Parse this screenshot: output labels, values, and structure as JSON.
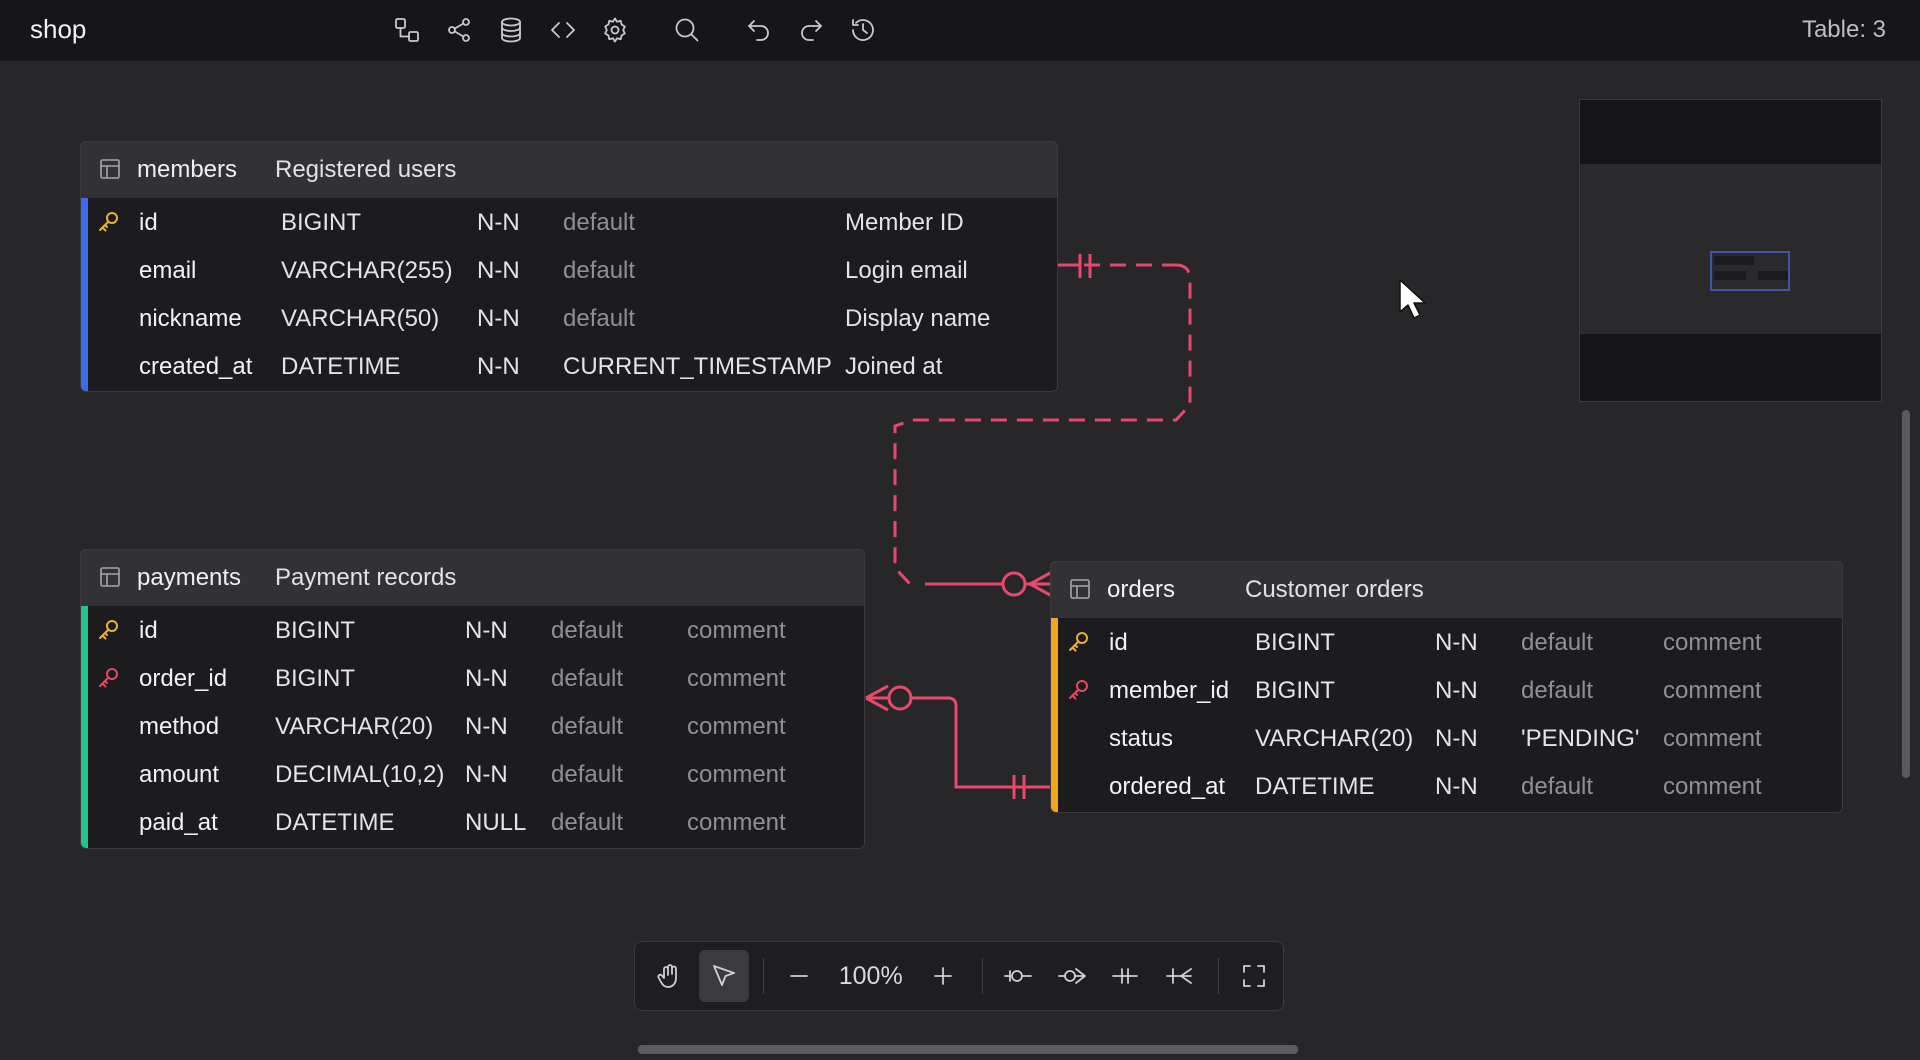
{
  "app": {
    "title": "shop",
    "table_count": "Table: 3"
  },
  "toolbar": {
    "icons": [
      "diagram-icon",
      "share-icon",
      "database-icon",
      "code-icon",
      "settings-gear-icon",
      "search-icon",
      "undo-icon",
      "redo-icon",
      "history-icon"
    ]
  },
  "colors": {
    "members_accent": "#3b6cf0",
    "payments_accent": "#22c58a",
    "orders_accent": "#f5a51c",
    "relation": "#e9476b",
    "pk": "#e9b23a",
    "fk": "#e24a63"
  },
  "tables": {
    "members": {
      "name": "members",
      "comment": "Registered users",
      "rows": [
        {
          "key": "pk",
          "name": "id",
          "type": "BIGINT",
          "null": "N-N",
          "default": "default",
          "default_set": false,
          "comment": "Member ID",
          "comment_set": true
        },
        {
          "key": "",
          "name": "email",
          "type": "VARCHAR(255)",
          "null": "N-N",
          "default": "default",
          "default_set": false,
          "comment": "Login email",
          "comment_set": true
        },
        {
          "key": "",
          "name": "nickname",
          "type": "VARCHAR(50)",
          "null": "N-N",
          "default": "default",
          "default_set": false,
          "comment": "Display name",
          "comment_set": true
        },
        {
          "key": "",
          "name": "created_at",
          "type": "DATETIME",
          "null": "N-N",
          "default": "CURRENT_TIMESTAMP",
          "default_set": true,
          "comment": "Joined at",
          "comment_set": true
        }
      ]
    },
    "payments": {
      "name": "payments",
      "comment": "Payment records",
      "rows": [
        {
          "key": "pk",
          "name": "id",
          "type": "BIGINT",
          "null": "N-N",
          "default": "default",
          "default_set": false,
          "comment": "comment",
          "comment_set": false
        },
        {
          "key": "fk",
          "name": "order_id",
          "type": "BIGINT",
          "null": "N-N",
          "default": "default",
          "default_set": false,
          "comment": "comment",
          "comment_set": false
        },
        {
          "key": "",
          "name": "method",
          "type": "VARCHAR(20)",
          "null": "N-N",
          "default": "default",
          "default_set": false,
          "comment": "comment",
          "comment_set": false
        },
        {
          "key": "",
          "name": "amount",
          "type": "DECIMAL(10,2)",
          "null": "N-N",
          "default": "default",
          "default_set": false,
          "comment": "comment",
          "comment_set": false
        },
        {
          "key": "",
          "name": "paid_at",
          "type": "DATETIME",
          "null": "NULL",
          "default": "default",
          "default_set": false,
          "comment": "comment",
          "comment_set": false
        }
      ]
    },
    "orders": {
      "name": "orders",
      "comment": "Customer orders",
      "rows": [
        {
          "key": "pk",
          "name": "id",
          "type": "BIGINT",
          "null": "N-N",
          "default": "default",
          "default_set": false,
          "comment": "comment",
          "comment_set": false
        },
        {
          "key": "fk",
          "name": "member_id",
          "type": "BIGINT",
          "null": "N-N",
          "default": "default",
          "default_set": false,
          "comment": "comment",
          "comment_set": false
        },
        {
          "key": "",
          "name": "status",
          "type": "VARCHAR(20)",
          "null": "N-N",
          "default": "'PENDING'",
          "default_set": true,
          "comment": "comment",
          "comment_set": false
        },
        {
          "key": "",
          "name": "ordered_at",
          "type": "DATETIME",
          "null": "N-N",
          "default": "default",
          "default_set": false,
          "comment": "comment",
          "comment_set": false
        }
      ]
    }
  },
  "zoom": {
    "value": "100%"
  },
  "zoombar_icons": [
    "hand-pan-icon",
    "pointer-select-icon",
    "zoom-out-icon",
    "zoom-in-icon",
    "zero-or-one-icon",
    "zero-or-many-icon",
    "one-only-icon",
    "one-or-many-icon",
    "fullscreen-icon"
  ]
}
